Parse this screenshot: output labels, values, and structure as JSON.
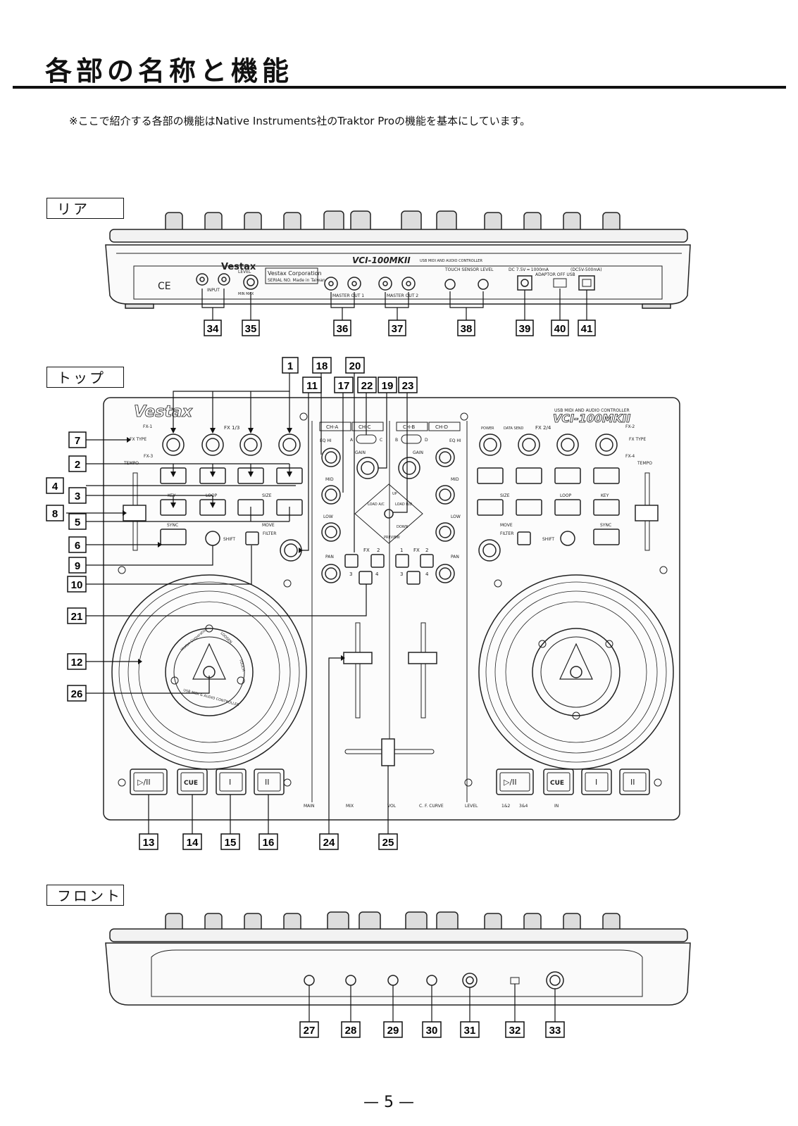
{
  "page": {
    "title": "各部の名称と機能",
    "note": "※ここで紹介する各部の機能はNative Instruments社のTraktor Proの機能を基本にしています。",
    "page_number": "— 5 —"
  },
  "sections": {
    "rear": {
      "label": "リア",
      "callouts": [
        "34",
        "35",
        "36",
        "37",
        "38",
        "39",
        "40",
        "41"
      ]
    },
    "top": {
      "label": "トップ",
      "callouts_top": [
        "1",
        "18",
        "20",
        "11",
        "17",
        "22",
        "19",
        "23"
      ],
      "callouts_left": [
        "7",
        "2",
        "4",
        "3",
        "8",
        "5",
        "6",
        "9",
        "10",
        "21",
        "12",
        "26"
      ],
      "callouts_bottom": [
        "13",
        "14",
        "15",
        "16",
        "24",
        "25"
      ]
    },
    "front": {
      "label": "フロント",
      "callouts": [
        "27",
        "28",
        "29",
        "30",
        "31",
        "32",
        "33"
      ]
    }
  },
  "device_text": {
    "brand": "Vestax",
    "model": "VCI-100MKII",
    "model_sub": "USB MIDI AND AUDIO CONTROLLER",
    "rear": {
      "corp": "Vestax Corporation",
      "serial": "SERIAL NO. Made in Taiwan",
      "input": "INPUT",
      "level": "LEVEL",
      "level_range": "MIN    MAX",
      "master1": "MASTER OUT 1",
      "master2": "MASTER OUT 2",
      "touch": "TOUCH SENSOR LEVEL",
      "dc": "DC 7.5V ═ 1000mA",
      "adaptor": "ADAPTOR  OFF  USB",
      "dc_usb": "(DC5V-500mA)",
      "ce": "CE"
    },
    "top": {
      "fx13": "FX 1/3",
      "fx24": "FX 2/4",
      "fx1": "FX-1",
      "fx2": "FX-2",
      "fx3": "FX-3",
      "fx4": "FX-4",
      "fx_type": "FX TYPE",
      "tempo": "TEMPO",
      "key": "KEY",
      "loop": "LOOP",
      "size": "SIZE",
      "move": "MOVE",
      "sync": "SYNC",
      "shift": "SHIFT",
      "filter": "FILTER",
      "cha": "CH-A",
      "chc": "CH-C",
      "chb": "CH-B",
      "chd": "CH-D",
      "eqhi": "EQ HI",
      "mid": "MID",
      "low": "LOW",
      "gain": "GAIN",
      "pan": "PAN",
      "fx": "FX",
      "one": "1",
      "two": "2",
      "three": "3",
      "four": "4",
      "load_ac": "LOAD A/C",
      "load_bd": "LOAD B/D",
      "up": "UP",
      "down": "DOWN",
      "preview": "PREVIEW",
      "a": "A",
      "b": "B",
      "c": "C",
      "d": "D",
      "power": "POWER",
      "data_send": "DATA SEND",
      "play": "▷/II",
      "cue": "CUE",
      "i": "I",
      "ii": "II",
      "main": "MAIN",
      "mix": "MIX",
      "vol": "VOL",
      "cf_curve": "C. F. CURVE",
      "level": "LEVEL",
      "ch12": "1&2",
      "ch34": "3&4",
      "in": "IN",
      "jog_corp": "Vestax Corporation",
      "jog_touch": "TOUCH",
      "jog_loosen": "LOOSEN",
      "jog_usb": "USB MIDI & AUDIO CONTROLLER"
    }
  }
}
